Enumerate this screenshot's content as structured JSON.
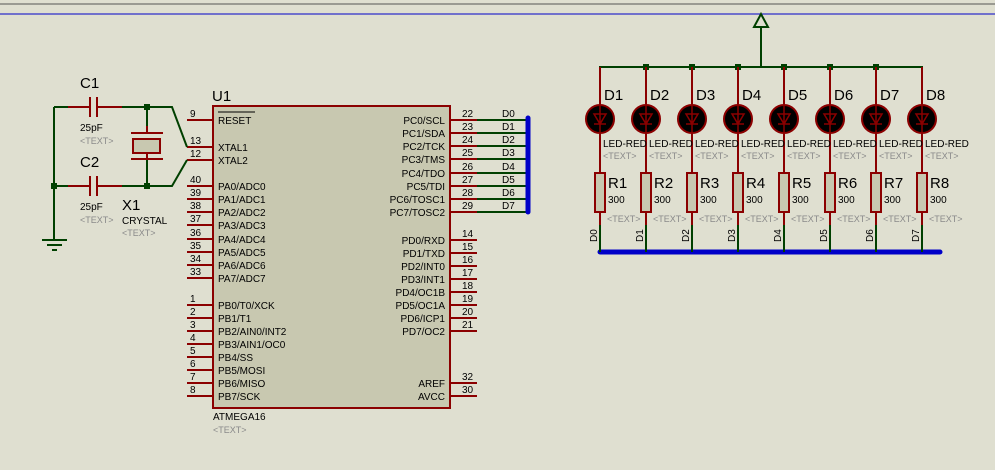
{
  "colors": {
    "background": "#dfdfd0",
    "component_outline": "#8b0000",
    "component_fill": "#c8c8b0",
    "wire": "#004000",
    "bus": "#0000c8",
    "led": "#000000"
  },
  "chip": {
    "ref": "U1",
    "part": "ATMEGA16",
    "text": "<TEXT>",
    "left_pins": [
      {
        "num": "9",
        "name": "RESET",
        "overline": true
      },
      {
        "num": "13",
        "name": "XTAL1"
      },
      {
        "num": "12",
        "name": "XTAL2"
      },
      {
        "num": "40",
        "name": "PA0/ADC0"
      },
      {
        "num": "39",
        "name": "PA1/ADC1"
      },
      {
        "num": "38",
        "name": "PA2/ADC2"
      },
      {
        "num": "37",
        "name": "PA3/ADC3"
      },
      {
        "num": "36",
        "name": "PA4/ADC4"
      },
      {
        "num": "35",
        "name": "PA5/ADC5"
      },
      {
        "num": "34",
        "name": "PA6/ADC6"
      },
      {
        "num": "33",
        "name": "PA7/ADC7"
      },
      {
        "num": "1",
        "name": "PB0/T0/XCK"
      },
      {
        "num": "2",
        "name": "PB1/T1"
      },
      {
        "num": "3",
        "name": "PB2/AIN0/INT2"
      },
      {
        "num": "4",
        "name": "PB3/AIN1/OC0"
      },
      {
        "num": "5",
        "name": "PB4/SS"
      },
      {
        "num": "6",
        "name": "PB5/MOSI"
      },
      {
        "num": "7",
        "name": "PB6/MISO"
      },
      {
        "num": "8",
        "name": "PB7/SCK"
      }
    ],
    "right_pins": [
      {
        "num": "22",
        "name": "PC0/SCL",
        "net": "D0"
      },
      {
        "num": "23",
        "name": "PC1/SDA",
        "net": "D1"
      },
      {
        "num": "24",
        "name": "PC2/TCK",
        "net": "D2"
      },
      {
        "num": "25",
        "name": "PC3/TMS",
        "net": "D3"
      },
      {
        "num": "26",
        "name": "PC4/TDO",
        "net": "D4"
      },
      {
        "num": "27",
        "name": "PC5/TDI",
        "net": "D5"
      },
      {
        "num": "28",
        "name": "PC6/TOSC1",
        "net": "D6"
      },
      {
        "num": "29",
        "name": "PC7/TOSC2",
        "net": "D7"
      },
      {
        "num": "14",
        "name": "PD0/RXD"
      },
      {
        "num": "15",
        "name": "PD1/TXD"
      },
      {
        "num": "16",
        "name": "PD2/INT0"
      },
      {
        "num": "17",
        "name": "PD3/INT1"
      },
      {
        "num": "18",
        "name": "PD4/OC1B"
      },
      {
        "num": "19",
        "name": "PD5/OC1A"
      },
      {
        "num": "20",
        "name": "PD6/ICP1"
      },
      {
        "num": "21",
        "name": "PD7/OC2"
      },
      {
        "num": "32",
        "name": "AREF"
      },
      {
        "num": "30",
        "name": "AVCC"
      }
    ]
  },
  "capacitors": [
    {
      "ref": "C1",
      "value": "25pF",
      "text": "<TEXT>"
    },
    {
      "ref": "C2",
      "value": "25pF",
      "text": "<TEXT>"
    }
  ],
  "crystal": {
    "ref": "X1",
    "part": "CRYSTAL",
    "text": "<TEXT>"
  },
  "leds": [
    {
      "ref": "D1",
      "part": "LED-RED",
      "text": "<TEXT>"
    },
    {
      "ref": "D2",
      "part": "LED-RED",
      "text": "<TEXT>"
    },
    {
      "ref": "D3",
      "part": "LED-RED",
      "text": "<TEXT>"
    },
    {
      "ref": "D4",
      "part": "LED-RED",
      "text": "<TEXT>"
    },
    {
      "ref": "D5",
      "part": "LED-RED",
      "text": "<TEXT>"
    },
    {
      "ref": "D6",
      "part": "LED-RED",
      "text": "<TEXT>"
    },
    {
      "ref": "D7",
      "part": "LED-RED",
      "text": "<TEXT>"
    },
    {
      "ref": "D8",
      "part": "LED-RED",
      "text": "<TEXT>"
    }
  ],
  "resistors": [
    {
      "ref": "R1",
      "value": "300",
      "text": "<TEXT>",
      "net": "D0"
    },
    {
      "ref": "R2",
      "value": "300",
      "text": "<TEXT>",
      "net": "D1"
    },
    {
      "ref": "R3",
      "value": "300",
      "text": "<TEXT>",
      "net": "D2"
    },
    {
      "ref": "R4",
      "value": "300",
      "text": "<TEXT>",
      "net": "D3"
    },
    {
      "ref": "R5",
      "value": "300",
      "text": "<TEXT>",
      "net": "D4"
    },
    {
      "ref": "R6",
      "value": "300",
      "text": "<TEXT>",
      "net": "D5"
    },
    {
      "ref": "R7",
      "value": "300",
      "text": "<TEXT>",
      "net": "D6"
    },
    {
      "ref": "R8",
      "value": "300",
      "text": "<TEXT>",
      "net": "D7"
    }
  ]
}
